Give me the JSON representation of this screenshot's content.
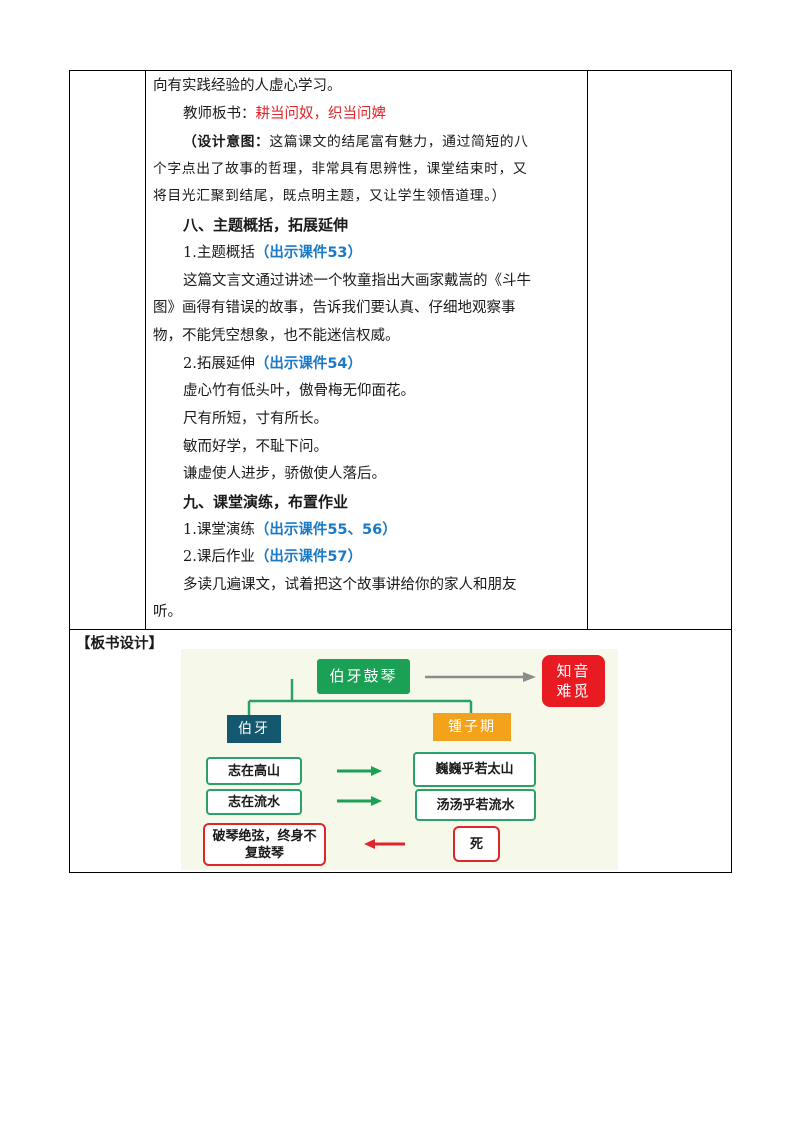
{
  "lines": [
    "向有实践经验的人虚心学习。",
    "教师板书：",
    "耕当问奴，织当问婢",
    "（设计意图：",
    "这篇课文的结尾富有魅力，通过简短的八",
    "个字点出了故事的哲理，非常具有思辨性，课堂结束时，又",
    "将目光汇聚到结尾，既点明主题，又让学生领悟道理。）",
    "八、主题概括，拓展延伸",
    "1.主题概括",
    "（出示课件53）",
    "这篇文言文通过讲述一个牧童指出大画家戴嵩的《斗牛",
    "图》画得有错误的故事，告诉我们要认真、仔细地观察事",
    "物，不能凭空想象，也不能迷信权威。",
    "2.拓展延伸",
    "（出示课件54）",
    "虚心竹有低头叶，傲骨梅无仰面花。",
    "尺有所短，寸有所长。",
    "敏而好学，不耻下问。",
    "谦虚使人进步，骄傲使人落后。",
    "九、课堂演练，布置作业",
    "1.课堂演练",
    "（出示课件55、56）",
    "2.课后作业",
    "（出示课件57）",
    "多读几遍课文，试着把这个故事讲给你的家人和朋友",
    "听。"
  ],
  "board_section_label": "【板书设计】",
  "board": {
    "title": "伯牙鼓琴",
    "result": "知音难觅",
    "left_label": "伯牙",
    "right_label": "锺子期",
    "left_items": [
      "志在高山",
      "志在流水"
    ],
    "right_items": [
      "巍巍乎若太山",
      "汤汤乎若流水"
    ],
    "ending_left": "破琴绝弦，终身不复鼓琴",
    "ending_right": "死"
  }
}
